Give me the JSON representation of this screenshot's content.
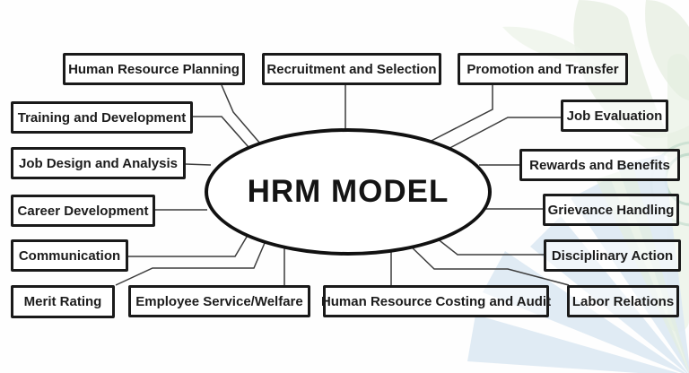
{
  "center": {
    "label": "HRM MODEL"
  },
  "nodes": [
    {
      "id": "human-resource-planning",
      "label": "Human Resource Planning"
    },
    {
      "id": "recruitment-and-selection",
      "label": "Recruitment and Selection"
    },
    {
      "id": "promotion-and-transfer",
      "label": "Promotion and Transfer"
    },
    {
      "id": "training-and-development",
      "label": "Training and Development"
    },
    {
      "id": "job-evaluation",
      "label": "Job Evaluation"
    },
    {
      "id": "job-design-and-analysis",
      "label": "Job Design and Analysis"
    },
    {
      "id": "rewards-and-benefits",
      "label": "Rewards and Benefits"
    },
    {
      "id": "career-development",
      "label": "Career Development"
    },
    {
      "id": "grievance-handling",
      "label": "Grievance Handling"
    },
    {
      "id": "communication",
      "label": "Communication"
    },
    {
      "id": "disciplinary-action",
      "label": "Disciplinary Action"
    },
    {
      "id": "merit-rating",
      "label": "Merit Rating"
    },
    {
      "id": "employee-service-welfare",
      "label": "Employee Service/Welfare"
    },
    {
      "id": "human-resource-costing-and-audit",
      "label": "Human Resource Costing and Audit"
    },
    {
      "id": "labor-relations",
      "label": "Labor Relations"
    }
  ],
  "colors": {
    "box_border": "#1a1a1a",
    "ellipse_border": "#111111",
    "connector": "#3c3c3c",
    "leaf_green": "#e9f0e4",
    "petal_blue": "#dde9f3",
    "petal_green": "#e3eee0",
    "swirl_teal": "#a6cbba"
  }
}
